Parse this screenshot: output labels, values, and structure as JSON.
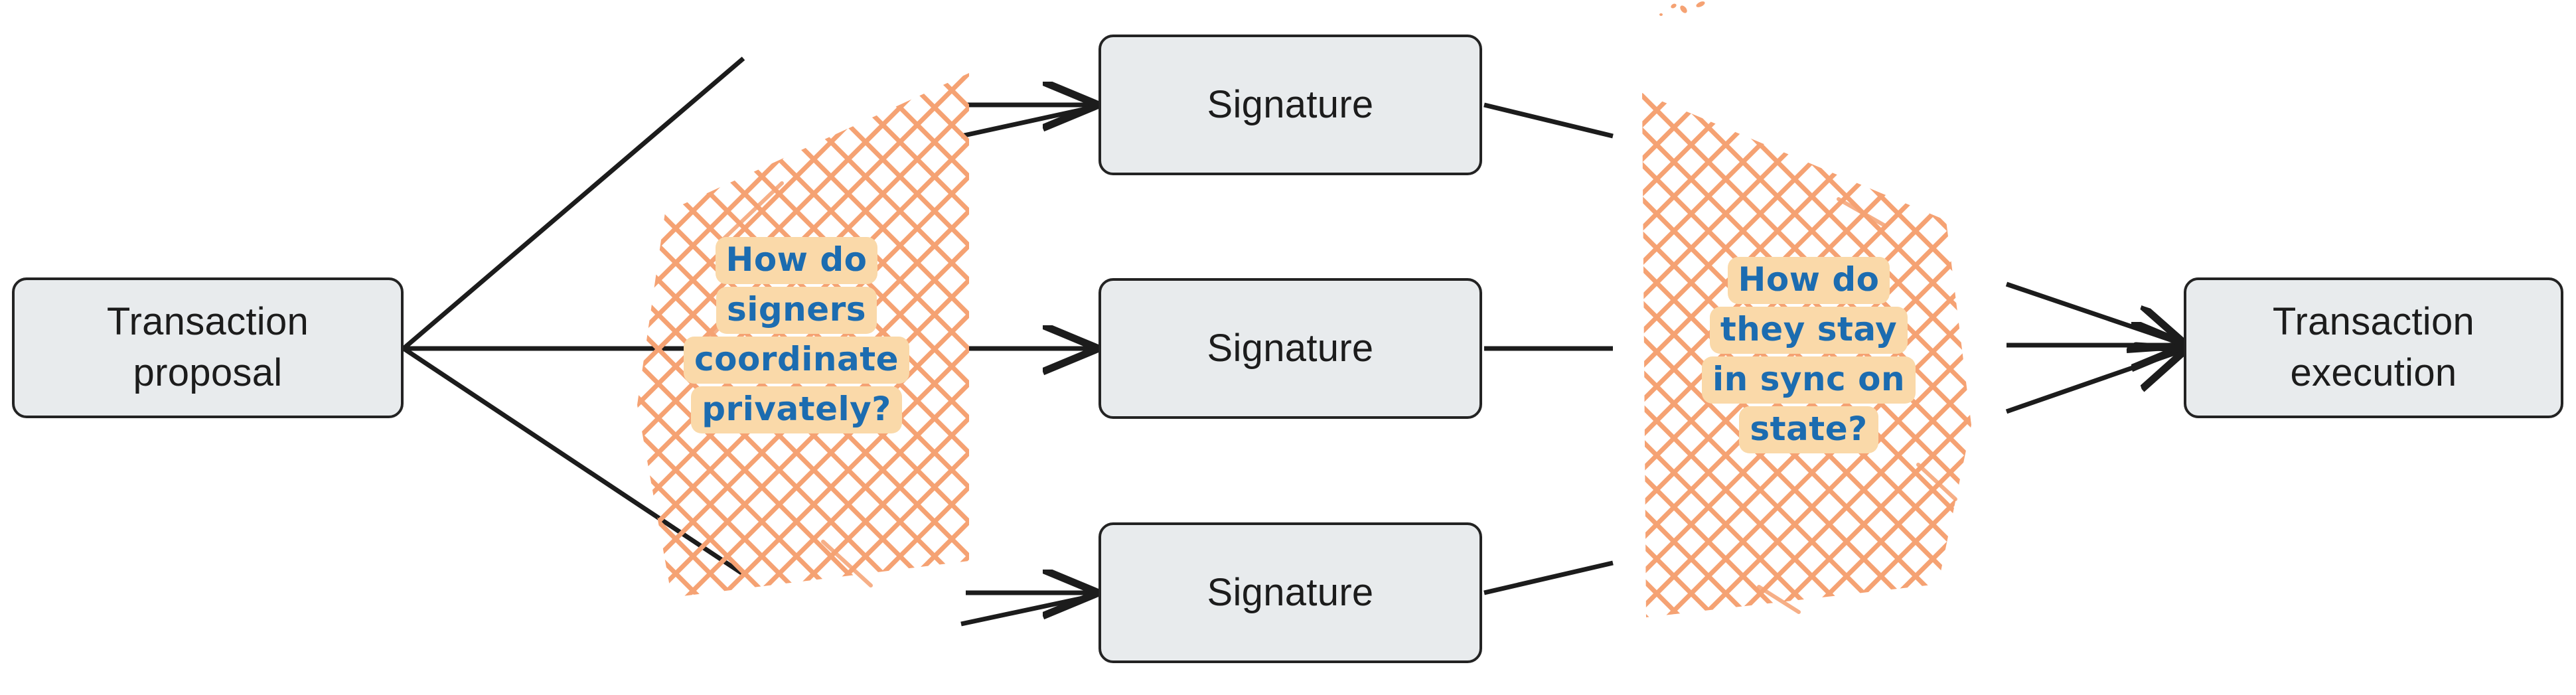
{
  "diagram": {
    "type": "flow-diagram",
    "title": "Multisig transaction flow with open questions",
    "background_color": "#FFFFFF",
    "node_fill": "#E8EBED",
    "node_border": "#232323",
    "edge_color": "#1C1C1C",
    "hatch_color": "#F5A273",
    "highlight_color": "#FAD9A9",
    "annotation_text_color": "#1C6CB0"
  },
  "nodes": [
    {
      "id": "transaction-proposal",
      "label": "Transaction\nproposal"
    },
    {
      "id": "signature-1",
      "label": "Signature"
    },
    {
      "id": "signature-2",
      "label": "Signature"
    },
    {
      "id": "signature-3",
      "label": "Signature"
    },
    {
      "id": "transaction-execution",
      "label": "Transaction\nexecution"
    }
  ],
  "annotations": [
    {
      "id": "annotation-coordinate",
      "lines": [
        "How do",
        "signers",
        "coordinate",
        "privately?"
      ],
      "full_text": "How do signers coordinate privately?"
    },
    {
      "id": "annotation-sync",
      "lines": [
        "How do",
        "they stay",
        "in sync on",
        "state?"
      ],
      "full_text": "How do they stay in sync on state?"
    }
  ],
  "edges": [
    {
      "from": "transaction-proposal",
      "to": "signature-1"
    },
    {
      "from": "transaction-proposal",
      "to": "signature-2"
    },
    {
      "from": "transaction-proposal",
      "to": "signature-3"
    },
    {
      "from": "signature-1",
      "to": "transaction-execution"
    },
    {
      "from": "signature-2",
      "to": "transaction-execution"
    },
    {
      "from": "signature-3",
      "to": "transaction-execution"
    }
  ]
}
